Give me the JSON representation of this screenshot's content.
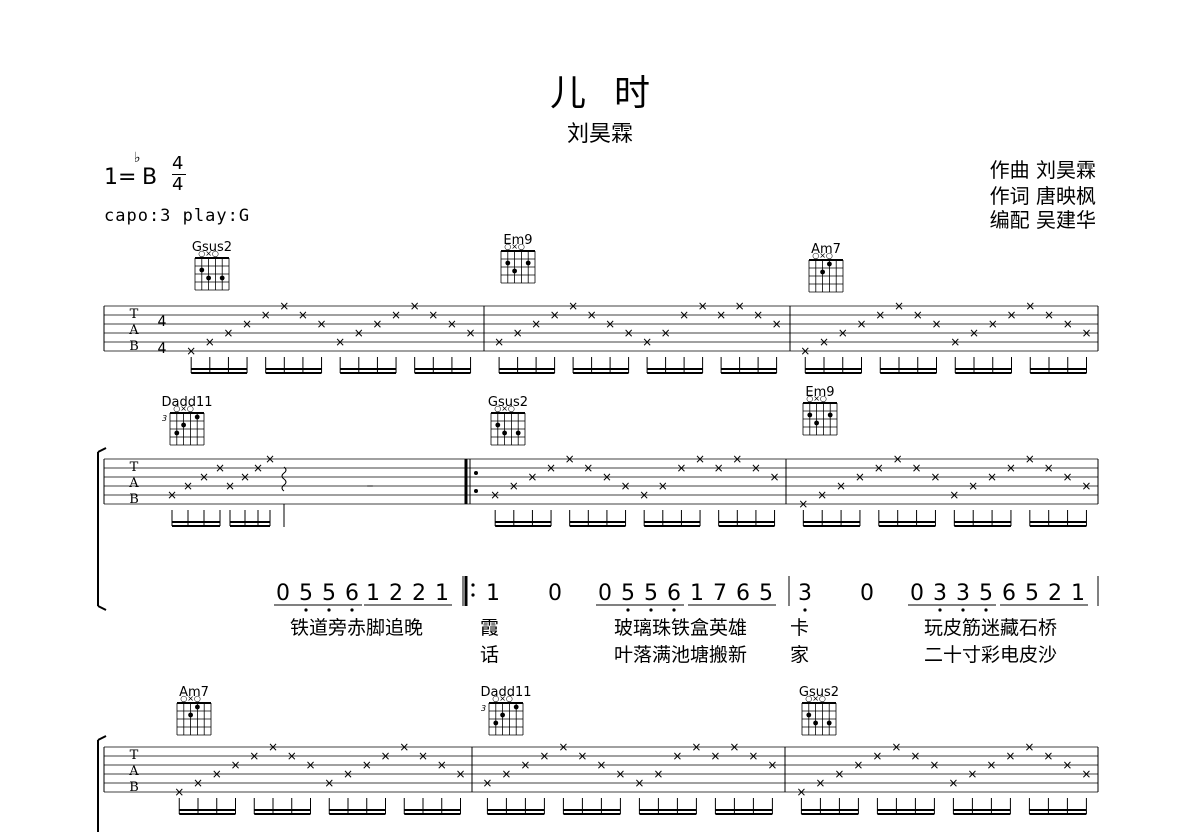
{
  "title": "儿时",
  "artist": "刘昊霖",
  "key": {
    "prefix": "1=",
    "flat": "♭",
    "note": "B",
    "time_top": "4",
    "time_bottom": "4"
  },
  "capo_text": "capo:3 play:G",
  "credits": [
    "作曲  刘昊霖",
    "作词  唐映枫",
    "编配  吴建华"
  ],
  "tab_letters": [
    "T",
    "A",
    "B"
  ],
  "time_signature_tab": [
    "4",
    "4"
  ],
  "chords": [
    {
      "name": "Gsus2",
      "fret_mark": ""
    },
    {
      "name": "Em9",
      "fret_mark": ""
    },
    {
      "name": "Am7",
      "fret_mark": ""
    },
    {
      "name": "Dadd11",
      "fret_mark": "3"
    },
    {
      "name": "Gsus2",
      "fret_mark": ""
    },
    {
      "name": "Em9",
      "fret_mark": ""
    },
    {
      "name": "Am7",
      "fret_mark": ""
    },
    {
      "name": "Dadd11",
      "fret_mark": "3"
    },
    {
      "name": "Gsus2",
      "fret_mark": ""
    }
  ],
  "rest_mark": "–",
  "jianpu": {
    "groups": [
      [
        "0",
        "5",
        "5",
        "6"
      ],
      [
        "1",
        "2",
        "2",
        "1"
      ],
      [
        "1"
      ],
      [
        "0"
      ],
      [
        "0",
        "5",
        "5",
        "6"
      ],
      [
        "1",
        "7",
        "6",
        "5"
      ],
      [
        "3"
      ],
      [
        "0"
      ],
      [
        "0",
        "3",
        "3",
        "5"
      ],
      [
        "6",
        "5",
        "2",
        "1"
      ]
    ],
    "lyrics_line1": [
      "铁道旁赤脚追晚",
      "霞",
      "玻璃珠铁盒英雄",
      "卡",
      "玩皮筋迷藏石桥"
    ],
    "lyrics_line2": [
      "话",
      "叶落满池塘搬新",
      "家",
      "二十寸彩电皮沙"
    ]
  }
}
